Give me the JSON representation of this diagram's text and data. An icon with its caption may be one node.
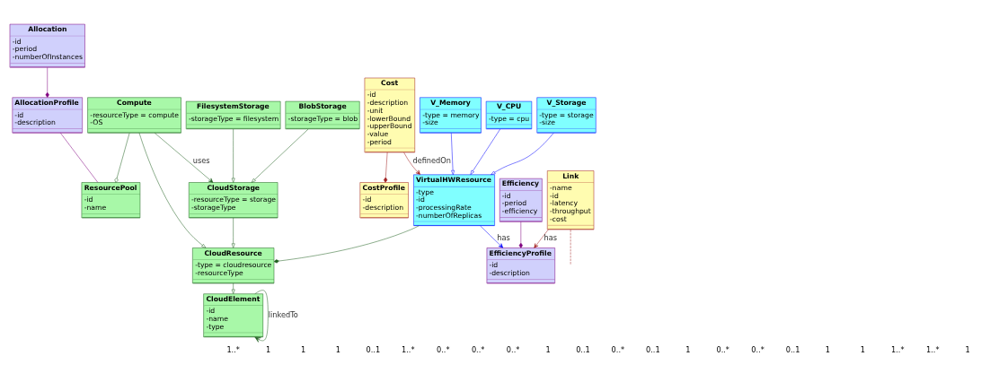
{
  "diagram": {
    "nodes": [
      {
        "text": [
          "Allocation",
          "-id",
          "-period",
          "-numberOfInstances"
        ]
      },
      {
        "text": [
          "AllocationProfile",
          "-id",
          "-description"
        ]
      },
      {
        "text": [
          "ResourcePool",
          "-id",
          "-name"
        ]
      },
      {
        "text": [
          "FilesystemStorage",
          "-storageType = filesystem"
        ]
      },
      {
        "text": [
          "BlobStorage",
          "-storageType = blob"
        ]
      },
      {
        "text": [
          "V_Storage",
          "-type = storage",
          "-size"
        ]
      },
      {
        "text": [
          "VirtualHWResource",
          "-type",
          "-id",
          "-processingRate",
          "-numberOfReplicas"
        ]
      },
      {
        "text": [
          "Compute",
          "-resourceType = compute",
          "-OS"
        ]
      },
      {
        "text": [
          "CloudStorage",
          "-resourceType = storage",
          "-storageType"
        ]
      },
      {
        "text": [
          "V_Memory",
          "-type = memory",
          "-size"
        ]
      },
      {
        "text": [
          "CloudResource",
          "-type = cloudresource",
          "-resourceType"
        ]
      },
      {
        "text": [
          "Link",
          "-name",
          "-id",
          "-latency",
          "-throughput",
          "-cost"
        ]
      },
      {
        "text": [
          "V_CPU",
          "-type = cpu"
        ]
      },
      {
        "text": [
          "Cost",
          "-id",
          "-description",
          "-unit",
          "-lowerBound",
          "-upperBound",
          "-value",
          "-period"
        ]
      },
      {
        "text": [
          "Efficiency",
          "-id",
          "-period",
          "-efficiency"
        ]
      },
      {
        "text": [
          "EfficiencyProfile",
          "-id",
          "-description"
        ]
      },
      {
        "text": [
          "CloudElement",
          "-id",
          "-name",
          "-type"
        ]
      },
      {
        "text": [
          "CostProfile",
          "-id",
          "-description"
        ]
      }
    ],
    "edges": [
      {
        "from": 0,
        "to": 1,
        "arrow": "other",
        "color": "#800080"
      },
      {
        "from": 1,
        "to": 2,
        "arrow": "none",
        "color": "#800080"
      },
      {
        "from": 7,
        "to": 2,
        "arrow": "other"
      },
      {
        "from": 3,
        "to": 8,
        "arrow": "to"
      },
      {
        "from": 4,
        "to": 8,
        "arrow": "to"
      },
      {
        "from": 5,
        "to": 6,
        "arrow": "to",
        "color": "#0000ff"
      },
      {
        "from": 9,
        "to": 6,
        "arrow": "to",
        "color": "#0000ff"
      },
      {
        "from": 12,
        "to": 6,
        "arrow": "to",
        "color": "#0000ff"
      },
      {
        "from": 7,
        "to": 8,
        "arrow": "to",
        "label": "uses"
      },
      {
        "from": 7,
        "to": 10,
        "arrow": "to"
      },
      {
        "from": 8,
        "to": 10,
        "arrow": "to"
      },
      {
        "from": 6,
        "to": 10,
        "arrow": "other"
      },
      {
        "from": 13,
        "to": 6,
        "arrow": "to",
        "label": "definedOn",
        "color": "#a02020"
      },
      {
        "from": 6,
        "to": 15,
        "arrow": "to",
        "label": "has",
        "color": "#0000ff"
      },
      {
        "from": 10,
        "to": 16,
        "arrow": "to"
      },
      {
        "from": 16,
        "to": 16,
        "arrow": "to",
        "label": "linkedTo"
      },
      {
        "from": 11,
        "to": null,
        "arrow": "none",
        "style": "dashed",
        "color": "#a02020"
      },
      {
        "from": 11,
        "to": 15,
        "arrow": "to",
        "label": "has",
        "color": "#a02020"
      },
      {
        "from": 13,
        "to": 17,
        "arrow": "other",
        "color": "#a02020"
      },
      {
        "from": 14,
        "to": 15,
        "arrow": "other",
        "color": "#800080"
      }
    ],
    "labels": [
      "1..*",
      "1",
      "1",
      "1",
      "0..1",
      "1..*",
      "0..*",
      "0..*",
      "0..*",
      "1",
      "0..1",
      "0..*",
      "0..1",
      "1",
      "0..*",
      "0..*",
      "0..1",
      "1",
      "1",
      "1..*",
      "1..*",
      "1"
    ]
  }
}
